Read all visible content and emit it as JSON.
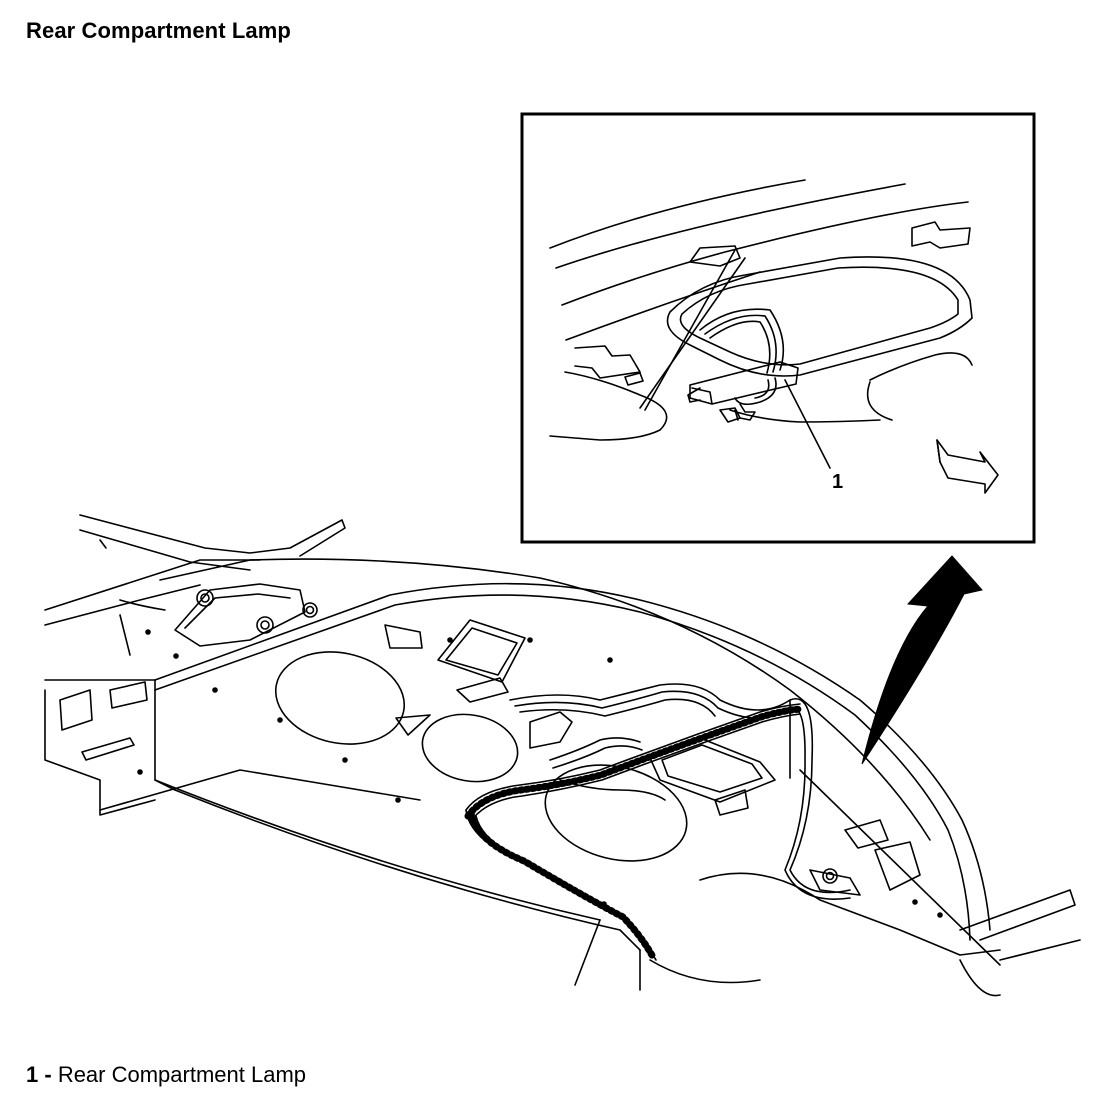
{
  "title": "Rear Compartment Lamp",
  "callouts": [
    {
      "number": "1",
      "label": "Rear Compartment Lamp"
    }
  ],
  "legend": {
    "number": "1",
    "separator": " - ",
    "label": "Rear Compartment Lamp"
  },
  "colors": {
    "line": "#000000",
    "background": "#ffffff"
  }
}
